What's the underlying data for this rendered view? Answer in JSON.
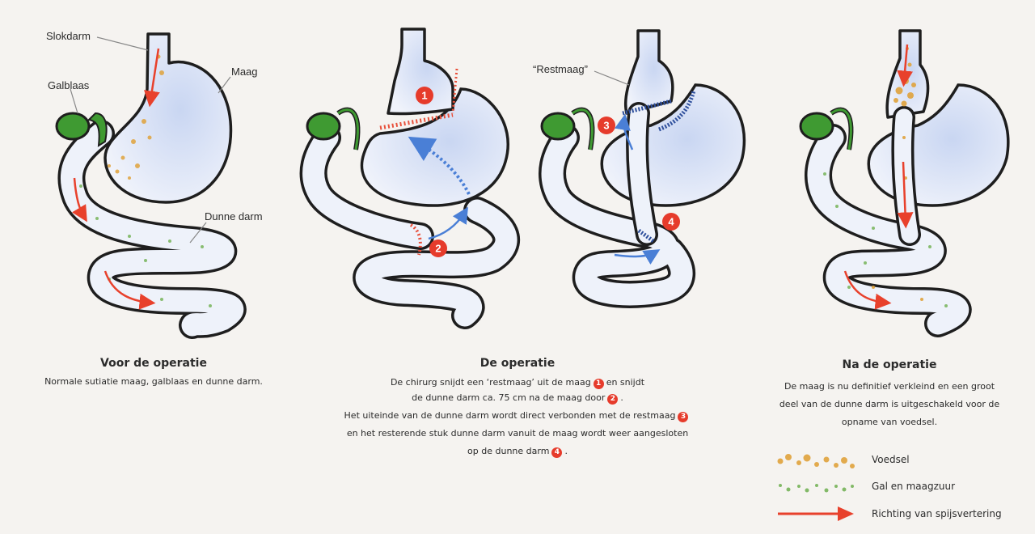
{
  "labels": {
    "slokdarm": "Slokdarm",
    "galblaas": "Galblaas",
    "maag": "Maag",
    "dunne_darm": "Dunne darm",
    "restmaag": "“Restmaag”"
  },
  "steps": [
    "1",
    "2",
    "3",
    "4"
  ],
  "panels": {
    "before": {
      "title": "Voor de operatie",
      "line1": "Normale sutiatie maag, galblaas en dunne darm."
    },
    "operation": {
      "title": "De operatie",
      "line1_a": "De chirurg snijdt een ‘restmaag’ uit de maag",
      "line1_b": "en snijdt",
      "line2_a": "de dunne darm ca. 75 cm na de maag door",
      "line2_b": ".",
      "line3_a": "Het uiteinde van de dunne darm wordt direct verbonden met de restmaag",
      "line4": "en het resterende stuk dunne darm vanuit de maag wordt weer aangesloten",
      "line5_a": "op de dunne darm",
      "line5_b": "."
    },
    "after": {
      "title": "Na de operatie",
      "line1": "De maag is nu definitief verkleind en een groot",
      "line2": "deel van de dunne darm is uitgeschakeld voor de",
      "line3": "opname van voedsel."
    }
  },
  "legend": {
    "food": "Voedsel",
    "bile": "Gal en maagzuur",
    "direction": "Richting van spijsvertering"
  },
  "colors": {
    "organ_fill": "#dfe6f6",
    "organ_stroke": "#1e1e1e",
    "gallbladder": "#3f9a32",
    "food": "#e0a33c",
    "bile": "#6fb050",
    "arrow_red": "#e8412c",
    "arrow_blue": "#4a7fd6",
    "cut_red": "#e8503a",
    "suture_blue": "#2e4f9c"
  }
}
